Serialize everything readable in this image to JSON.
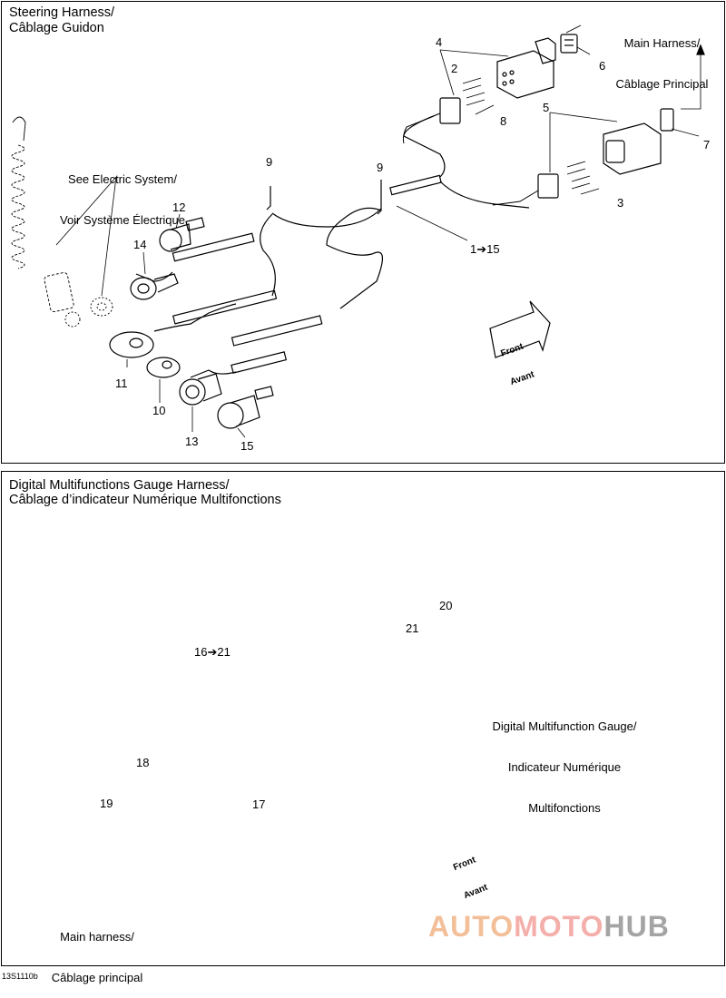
{
  "top_panel": {
    "title_line1": "Steering Harness/",
    "title_line2": "Câblage Guidon",
    "callouts": {
      "see_electric_line1": "See Electric System/",
      "see_electric_line2": "Voir Système Électrique",
      "main_harness_line1": "Main Harness/",
      "main_harness_line2": "Câblage Principal"
    },
    "front_arrow_line1": "Front",
    "front_arrow_line2": "Avant",
    "part_numbers": [
      "2",
      "3",
      "4",
      "5",
      "6",
      "7",
      "8",
      "9",
      "9",
      "10",
      "11",
      "12",
      "13",
      "14",
      "15",
      "1➔15"
    ]
  },
  "bottom_panel": {
    "title_line1": "Digital Multifunctions Gauge Harness/",
    "title_line2": "Câblage d’indicateur Numérique Multifonctions",
    "callouts": {
      "gauge_line1": "Digital Multifunction Gauge/",
      "gauge_line2": "Indicateur Numérique",
      "gauge_line3": "Multifonctions",
      "main_harness_line1": "Main harness/",
      "main_harness_line2": "Câblage principal"
    },
    "front_arrow_line1": "Front",
    "front_arrow_line2": "Avant",
    "part_numbers": [
      "16➔21",
      "17",
      "18",
      "19",
      "20",
      "21"
    ]
  },
  "figure_id": "13S1110b",
  "watermark": {
    "part1": "AUTO",
    "part2": "MOTO",
    "part3": "HUB"
  },
  "colors": {
    "ink": "#000000",
    "watermark_red": "#f08080",
    "watermark_orange": "#f2b98f",
    "watermark_gray": "#9b9b9b"
  }
}
